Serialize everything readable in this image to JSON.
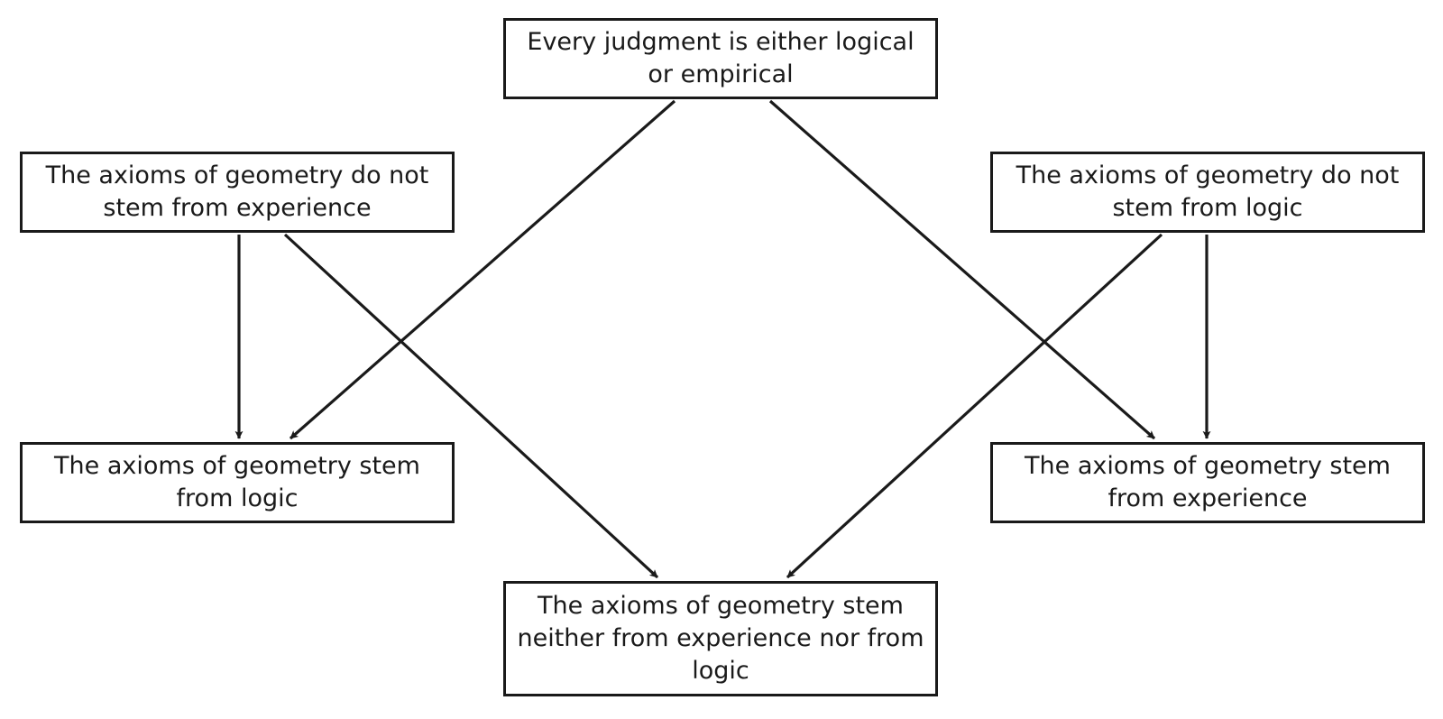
{
  "nodes": {
    "top": {
      "text": "Every judgment is either logical or empirical"
    },
    "left_premise": {
      "text": "The axioms of geometry do not stem from experience"
    },
    "right_premise": {
      "text": "The axioms of geometry do not stem from logic"
    },
    "left_conclusion": {
      "text": "The axioms of geometry stem from logic"
    },
    "right_conclusion": {
      "text": "The axioms of geometry stem from experience"
    },
    "bottom": {
      "text": "The axioms of geometry stem neither from experience nor from logic"
    }
  },
  "edges": [
    {
      "from": "top",
      "to": "left_conclusion"
    },
    {
      "from": "top",
      "to": "right_conclusion"
    },
    {
      "from": "left_premise",
      "to": "left_conclusion"
    },
    {
      "from": "left_premise",
      "to": "bottom"
    },
    {
      "from": "right_premise",
      "to": "right_conclusion"
    },
    {
      "from": "right_premise",
      "to": "bottom"
    }
  ],
  "colors": {
    "line": "#1a1a1a",
    "background": "#ffffff"
  }
}
